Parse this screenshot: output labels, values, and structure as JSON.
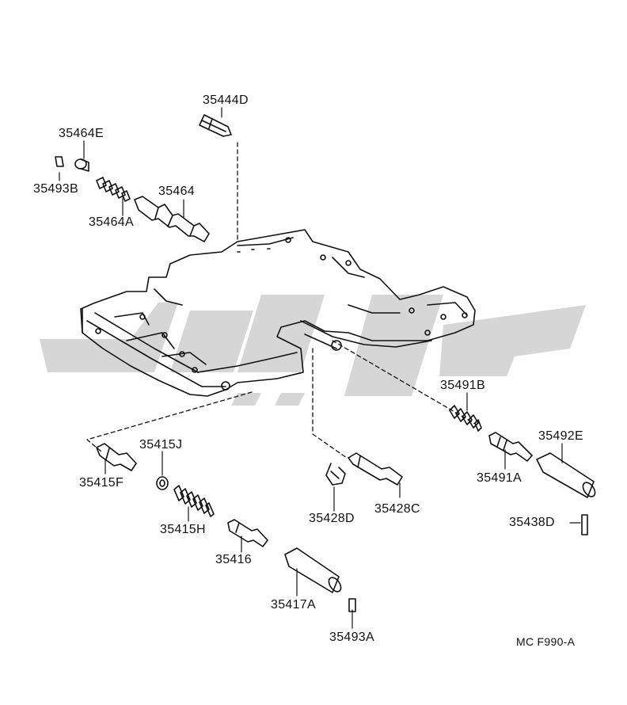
{
  "diagram": {
    "watermark_text": "عالمي",
    "diagram_code": "MC F990-A",
    "parts": [
      {
        "key": "p35444D",
        "number": "35444D"
      },
      {
        "key": "p35464E",
        "number": "35464E"
      },
      {
        "key": "p35493B",
        "number": "35493B"
      },
      {
        "key": "p35464",
        "number": "35464"
      },
      {
        "key": "p35464A",
        "number": "35464A"
      },
      {
        "key": "p35491B",
        "number": "35491B"
      },
      {
        "key": "p35492E",
        "number": "35492E"
      },
      {
        "key": "p35491A",
        "number": "35491A"
      },
      {
        "key": "p35438D",
        "number": "35438D"
      },
      {
        "key": "p35415J",
        "number": "35415J"
      },
      {
        "key": "p35415F",
        "number": "35415F"
      },
      {
        "key": "p35415H",
        "number": "35415H"
      },
      {
        "key": "p35416",
        "number": "35416"
      },
      {
        "key": "p35417A",
        "number": "35417A"
      },
      {
        "key": "p35493A",
        "number": "35493A"
      },
      {
        "key": "p35428D",
        "number": "35428D"
      },
      {
        "key": "p35428C",
        "number": "35428C"
      }
    ]
  }
}
